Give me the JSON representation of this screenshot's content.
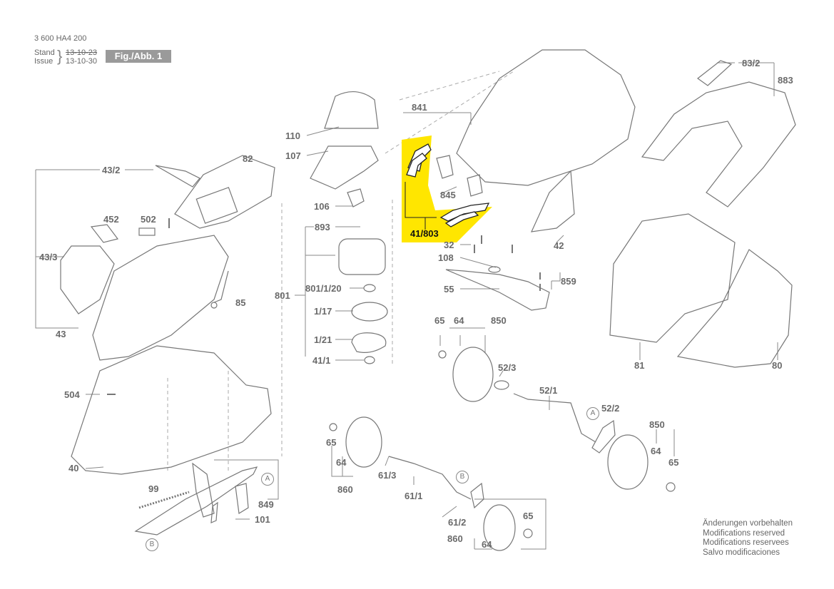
{
  "header": {
    "doc_number": "3 600 HA4 200",
    "stand_label": "Stand",
    "issue_label": "Issue",
    "stand_date": "13-10-23",
    "issue_date": "13-10-30",
    "figure_tag": "Fig./Abb. 1"
  },
  "notes": [
    "Änderungen vorbehalten",
    "Modifications reserved",
    "Modifications reservees",
    "Salvo modificaciones"
  ],
  "highlight_color": "#FFE600",
  "labels": {
    "p110": "110",
    "p107": "107",
    "p106": "106",
    "p893": "893",
    "p801": "801",
    "p801_1_20": "801/1/20",
    "p1_17": "1/17",
    "p1_21": "1/21",
    "p41_1": "41/1",
    "p43_2": "43/2",
    "p82": "82",
    "p452": "452",
    "p502": "502",
    "p43_3": "43/3",
    "p85": "85",
    "p43": "43",
    "p504": "504",
    "p40": "40",
    "p99": "99",
    "p849": "849",
    "p101": "101",
    "p841": "841",
    "p845": "845",
    "p41_803": "41/803",
    "p32": "32",
    "p108": "108",
    "p42": "42",
    "p859": "859",
    "p55": "55",
    "p83_2": "83/2",
    "p883": "883",
    "p81": "81",
    "p80": "80",
    "p65a": "65",
    "p64a": "64",
    "p850a": "850",
    "p52_3": "52/3",
    "p52_1": "52/1",
    "p52_2": "52/2",
    "p850b": "850",
    "p64b": "64",
    "p65b": "65",
    "p65c": "65",
    "p64c": "64",
    "p860a": "860",
    "p61_3": "61/3",
    "p61_1": "61/1",
    "p61_2": "61/2",
    "p65d": "65",
    "p860b": "860",
    "p64d": "64",
    "cA1": "A",
    "cA2": "A",
    "cB1": "B",
    "cB2": "B"
  }
}
